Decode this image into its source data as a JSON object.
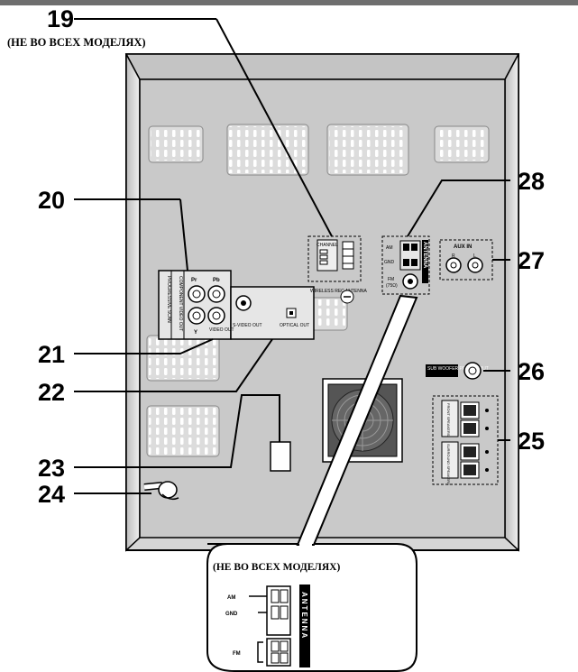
{
  "callouts": {
    "c19": "19",
    "c20": "20",
    "c21": "21",
    "c22": "22",
    "c23": "23",
    "c24": "24",
    "c25": "25",
    "c26": "26",
    "c27": "27",
    "c28": "28"
  },
  "notes": {
    "top": "(НЕ ВО ВСЕХ МОДЕЛЯХ)",
    "zoom": "(НЕ ВО ВСЕХ МОДЕЛЯХ)"
  },
  "panel": {
    "progressive_scan": "PROGRESSIVE SCAN",
    "component_video_out": "COMPONENT VIDEO OUT",
    "pr": "Pr",
    "pb": "Pb",
    "y": "Y",
    "video_out": "VIDEO OUT",
    "s_video_out": "S-VIDEO OUT",
    "optical_out": "OPTICAL OUT",
    "channel": "CHANNEL",
    "wireless": "WIRELESS REC ANTENNA",
    "am": "AM",
    "gnd": "GND",
    "fm": "FM",
    "fm_ohm": "(75Ω)",
    "antenna": "ANTENNA",
    "aux_in": "AUX IN",
    "aux_r": "R",
    "aux_l": "L",
    "subwoofer": "SUB WOOFER PRE OUTPUT",
    "front_speakers": "FRONT SPEAKERS",
    "surround_speakers": "SURROUND SPEAKERS"
  },
  "zoom": {
    "am": "AM",
    "gnd": "GND",
    "fm": "FM",
    "antenna": "ANTENNA"
  }
}
